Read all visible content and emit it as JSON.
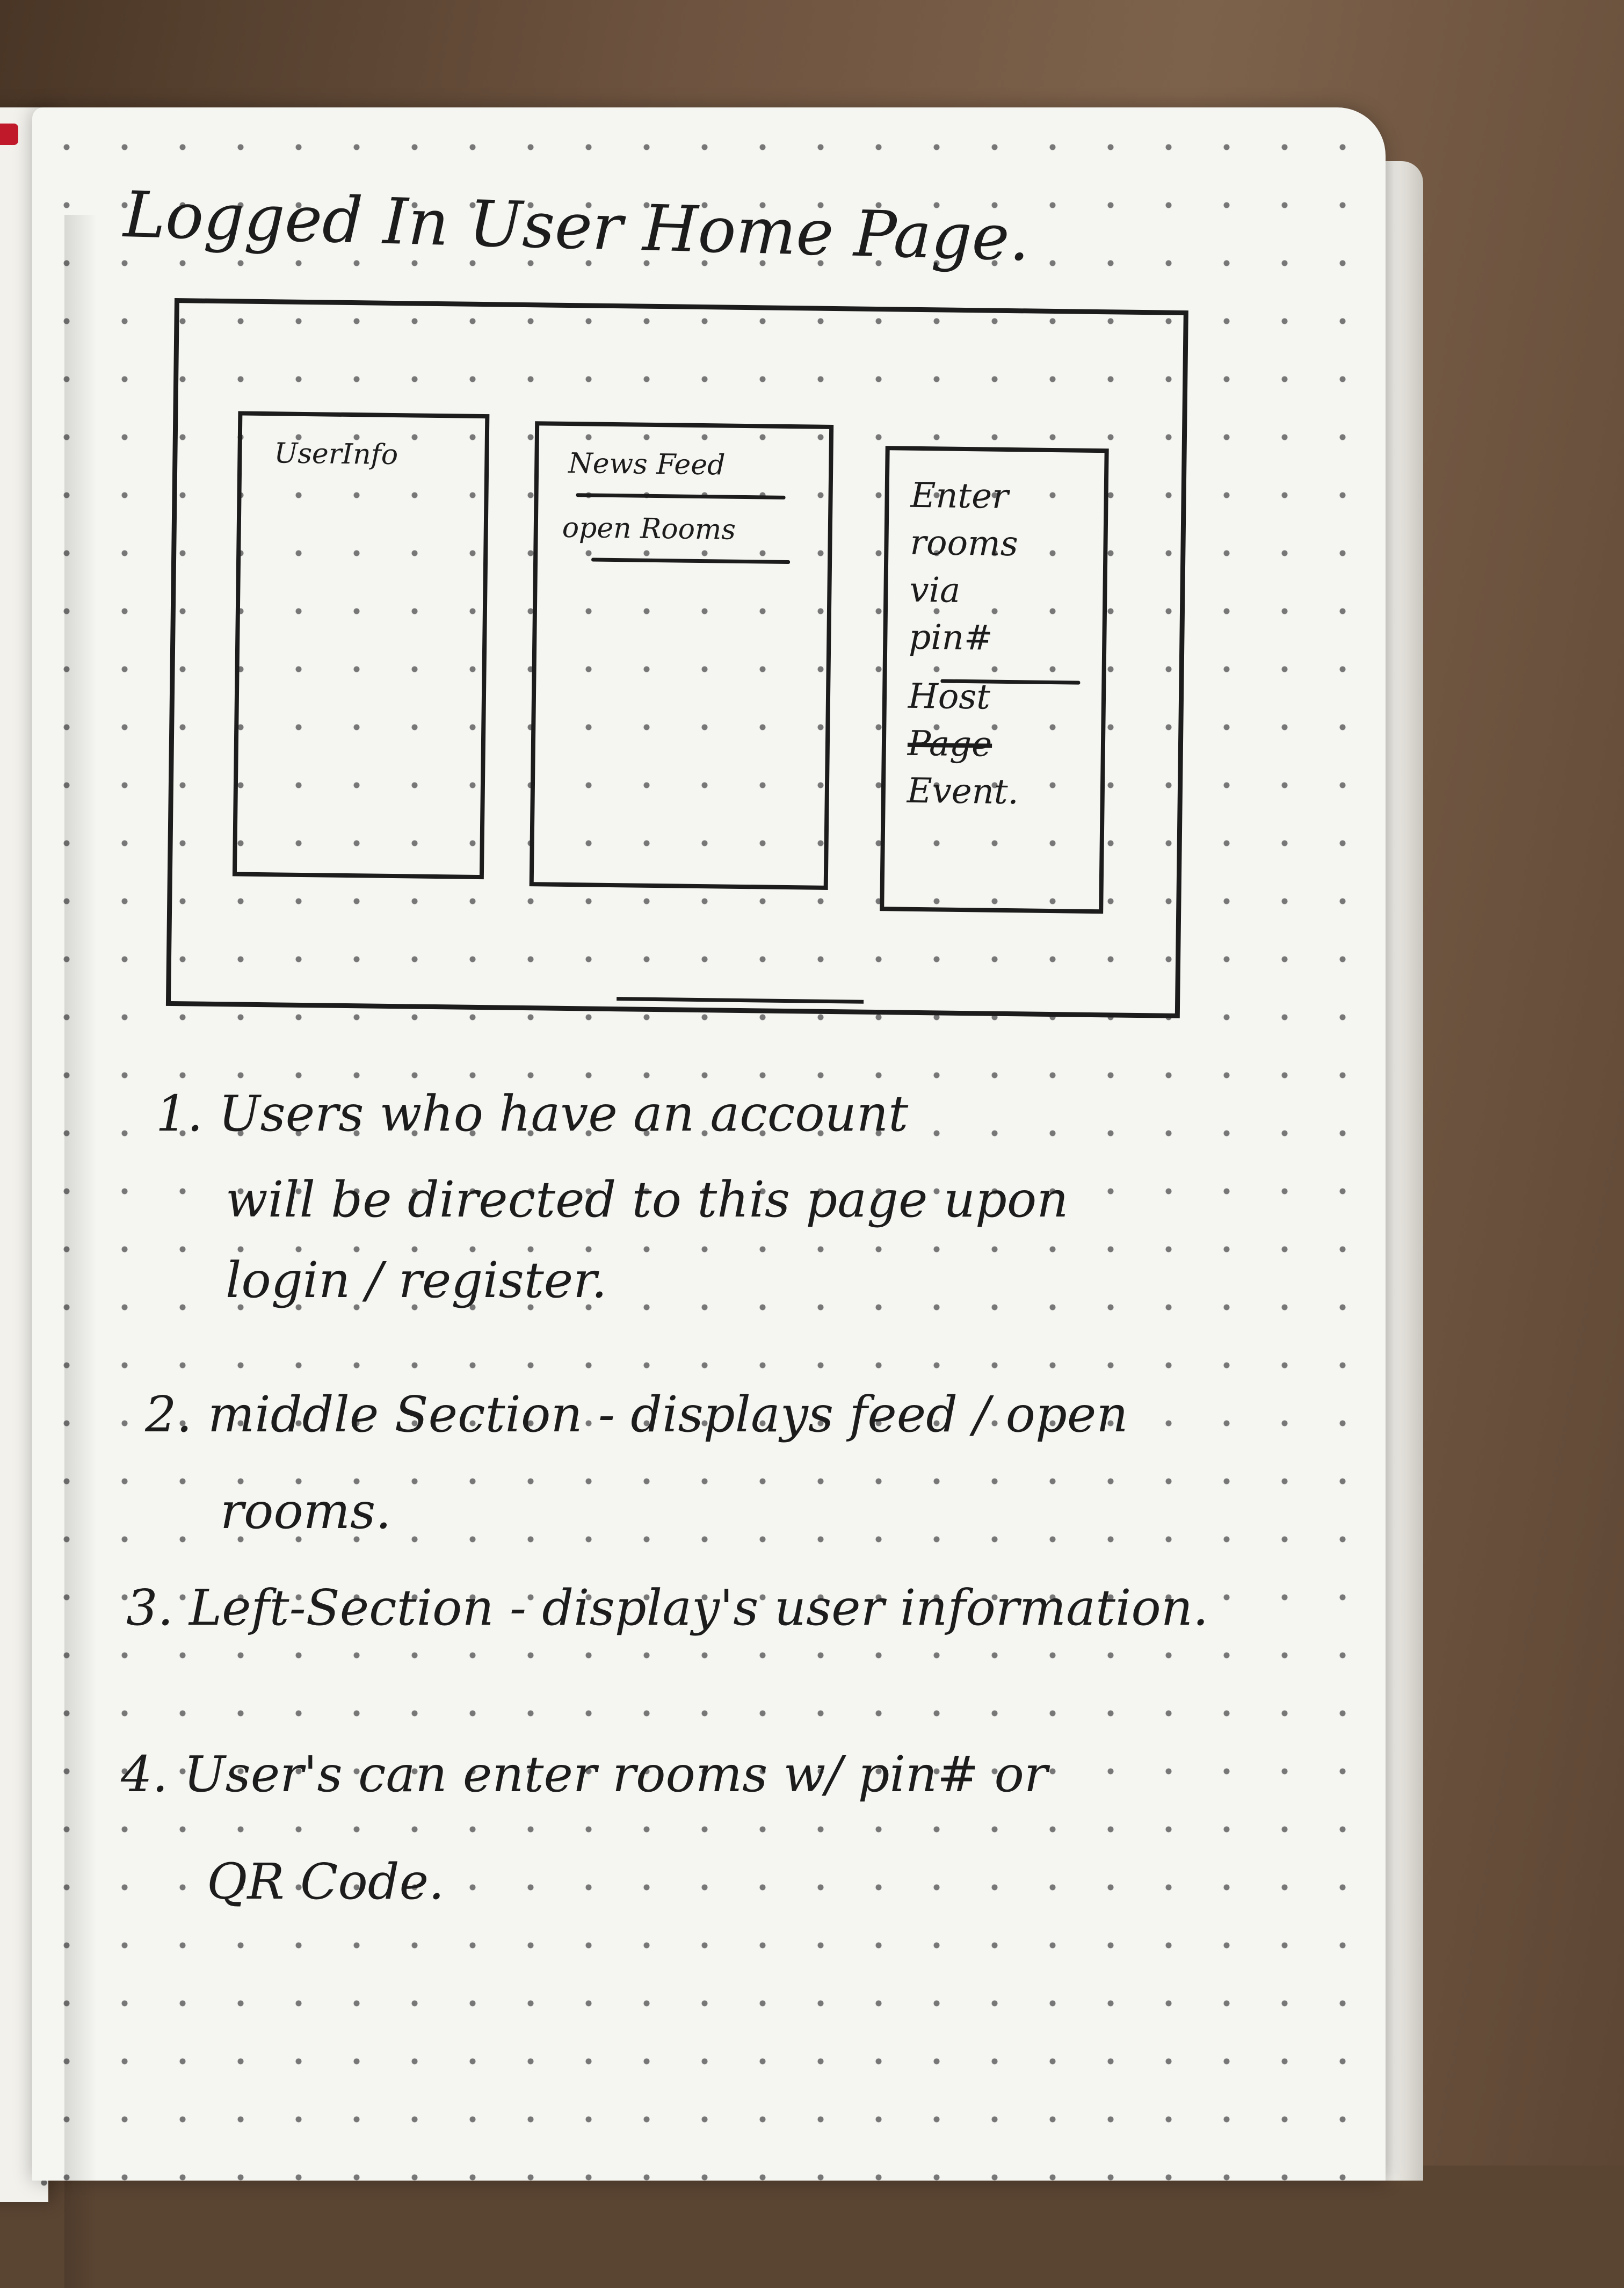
{
  "sketch": {
    "title": "Logged In User Home Page.",
    "wireframe": {
      "left_section": "UserInfo",
      "middle_section": {
        "label1": "News Feed",
        "label2": "open Rooms"
      },
      "right_section": {
        "line1": "Enter",
        "line2": "rooms",
        "line3": "via",
        "line4": "pin#",
        "line5": "Host",
        "line6_struck": "Page",
        "line7": "Event."
      }
    },
    "notes": {
      "n1_line1": "1. Users who have an account",
      "n1_line2": "will be directed to this page upon",
      "n1_line3": "login / register.",
      "n2_line1": "2. middle Section - displays feed / open",
      "n2_line2": "rooms.",
      "n3_line1": "3. Left-Section - display's user information.",
      "n4_line1": "4. User's can enter rooms w/ pin# or",
      "n4_line2": "QR Code."
    }
  }
}
